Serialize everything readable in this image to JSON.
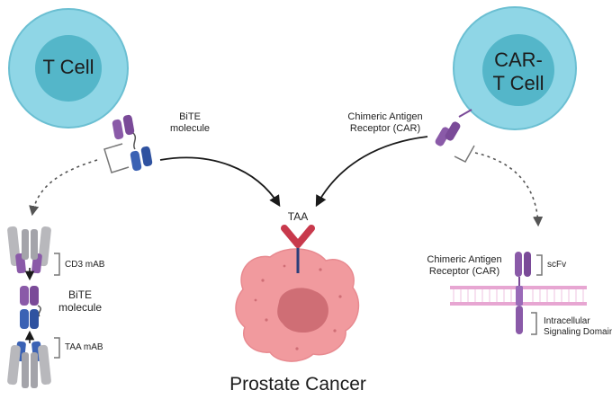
{
  "cells": {
    "t_cell": "T Cell",
    "car_t_line1": "CAR-",
    "car_t_line2": "T Cell"
  },
  "labels": {
    "bite_line1": "BiTE",
    "bite_line2": "molecule",
    "car_line1": "Chimeric Antigen",
    "car_line2": "Receptor (CAR)",
    "taa": "TAA",
    "cd3_mab": "CD3 mAB",
    "bite_mid_line1": "BiTE",
    "bite_mid_line2": "molecule",
    "taa_mab": "TAA mAB",
    "car_right_line1": "Chimeric Antigen",
    "car_right_line2": "Receptor (CAR)",
    "scfv": "scFv",
    "signal_line1": "Intracellular",
    "signal_line2": "Signaling Domain",
    "prostate": "Prostate Cancer"
  },
  "colors": {
    "cell_outer": "#8fd6e6",
    "cell_inner": "#54b6c9",
    "purple": "#8a5aa8",
    "blue": "#3b62b4",
    "gray": "#b8b8bc",
    "red": "#c8394c",
    "tumor": "#f19a9e",
    "nucleus": "#cf6e75",
    "membrane": "#e7a6d2"
  }
}
